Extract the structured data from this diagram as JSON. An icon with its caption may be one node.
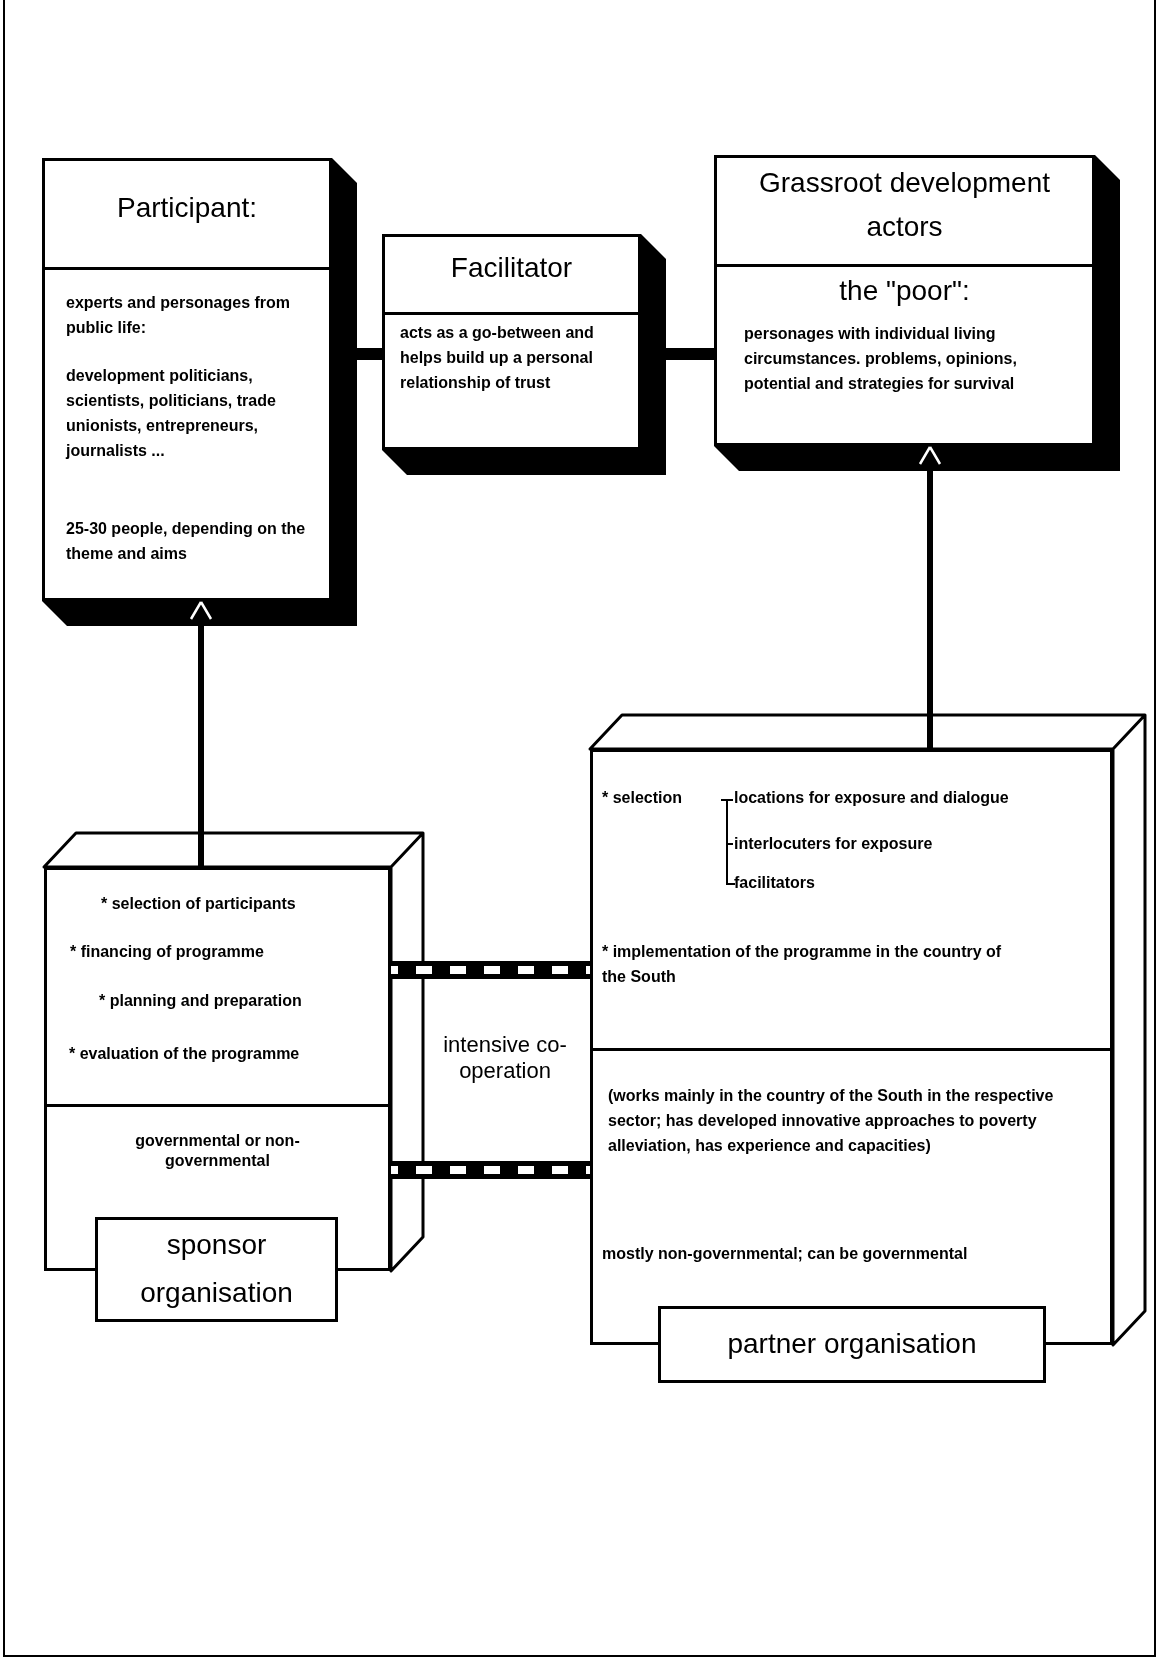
{
  "diagram": {
    "nodes": [
      {
        "text": [
          "Participant:",
          "experts and personages from public life:",
          "development politicians, scientists, politicians, trade unionists, entrepreneurs, journalists ...",
          "25-30 people, depending on the theme and aims"
        ]
      },
      {
        "text": [
          "Facilitator",
          "acts as a go-between and helps build up a personal relationship of trust"
        ]
      },
      {
        "text": [
          "Grassroot development actors",
          "the \"poor\":",
          "personages with individual living circumstances. problems, opinions, potential and strategies for survival"
        ]
      },
      {
        "text": [
          "* selection of participants",
          "* financing of programme",
          "* planning and preparation",
          "* evaluation of the programme",
          "governmental or non-governmental"
        ]
      },
      {
        "text": [
          "sponsor organisation"
        ]
      },
      {
        "text": [
          "* selection",
          "locations for exposure and dialogue",
          "interlocuters for exposure",
          "facilitators",
          "* implementation of the programme in the country of the South",
          "(works mainly in the country of the South in the respective sector; has developed innovative approaches to poverty alleviation, has experience and capacities)",
          "mostly non-governmental; can be governmental"
        ]
      },
      {
        "text": [
          "partner organisation"
        ]
      }
    ],
    "edges": [
      {
        "from": 0,
        "to": 1,
        "arrow": "none",
        "style": "thick"
      },
      {
        "from": 1,
        "to": 2,
        "arrow": "none",
        "style": "thick"
      },
      {
        "from": 3,
        "to": 0,
        "arrow": "to"
      },
      {
        "from": 5,
        "to": 2,
        "arrow": "to"
      },
      {
        "from": 3,
        "to": 5,
        "arrow": "none",
        "style": "dashed"
      },
      {
        "from": 3,
        "to": 5,
        "arrow": "none",
        "style": "dashed"
      }
    ],
    "labels": [
      "intensive co-operation"
    ]
  }
}
